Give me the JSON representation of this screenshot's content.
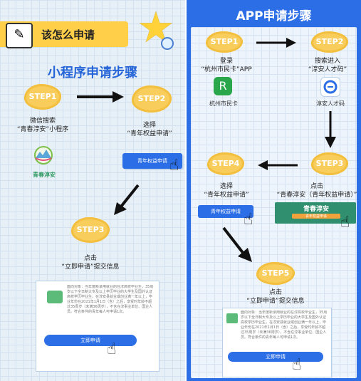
{
  "left": {
    "header_title": "该怎么申请",
    "section_title": "小程序申请步骤",
    "steps": [
      {
        "label": "STEP1",
        "text": "微信搜索\n“青春淳安”小程序"
      },
      {
        "label": "STEP2",
        "text": "选择\n“青年权益申请”"
      },
      {
        "label": "STEP3",
        "text": "点击\n“立即申请”提交信息"
      }
    ],
    "logo_text": "青春淳安",
    "rights_button": "青年权益申请",
    "apply_card_text": "面向对象：当年度新录用就业的在淳高校毕业生，35周岁以下全日制大专及以上学历毕业的大学生及国外认证高校学历毕业生，在淳安县就业或创业满一年以上，毕业年份在2021年1月1日（含）之后，享受时年龄不超过35周岁（未满36周岁），不含在淳事业单位、国企人员。符合条件的青年每人可申请1次。",
    "apply_button": "立即申请"
  },
  "right": {
    "section_title": "APP申请步骤",
    "steps": [
      {
        "label": "STEP1",
        "text": "登录\n“杭州市民卡”APP"
      },
      {
        "label": "STEP2",
        "text": "搜索进入\n“淳安人才码”"
      },
      {
        "label": "STEP3",
        "text": "点击\n“青春淳安（青年权益申请）”"
      },
      {
        "label": "STEP4",
        "text": "选择\n“青年权益申请”"
      },
      {
        "label": "STEP5",
        "text": "点击\n“立即申请”提交信息"
      }
    ],
    "app1_name": "杭州市民卡",
    "app2_name": "淳安人才码",
    "rights_button": "青年权益申请",
    "banner_text": "青春淳安",
    "banner_sub": "青年权益申请",
    "apply_card_text": "面向对象：当年度新录用就业的在淳高校毕业生，35周岁以下全日制大专及以上学历毕业的大学生及国外认证高校学历毕业生，在淳安县就业或创业满一年以上，毕业年份在2021年1月1日（含）之后，享受时年龄不超过35周岁（未满36周岁），不含在淳事业单位、国企人员。符合条件的青年每人可申请1次。",
    "apply_button": "立即申请"
  }
}
